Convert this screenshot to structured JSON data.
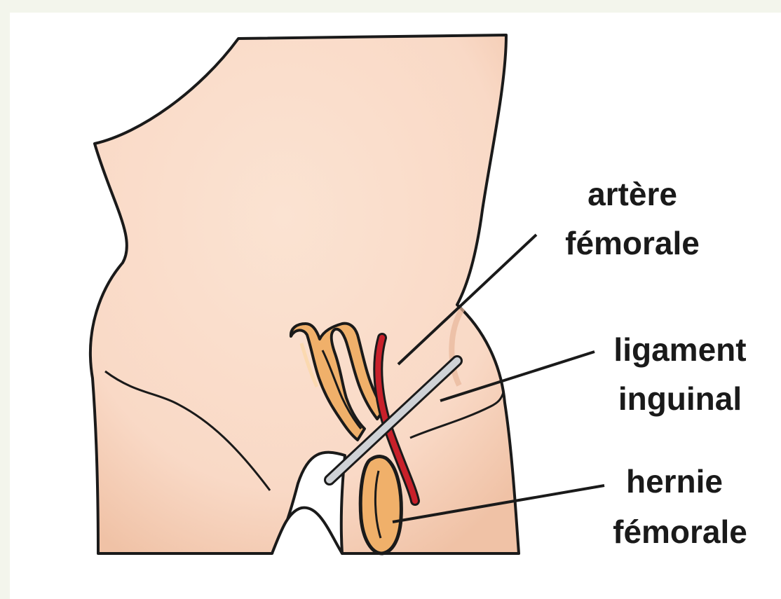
{
  "labels": {
    "femoral_artery": {
      "line1": "artère",
      "line2": "fémorale"
    },
    "inguinal_ligament": {
      "line1": "ligament",
      "line2": "inguinal"
    },
    "femoral_hernia": {
      "line1": "hernie",
      "line2": "fémorale"
    }
  },
  "colors": {
    "skin": "#f9d9c6",
    "skin_shadow": "#f2c4a8",
    "outline": "#1a1a1a",
    "artery": "#c8202a",
    "bowel": "#f0b06a",
    "ligament": "#cfd2d6",
    "background": "#f3f5ec"
  }
}
